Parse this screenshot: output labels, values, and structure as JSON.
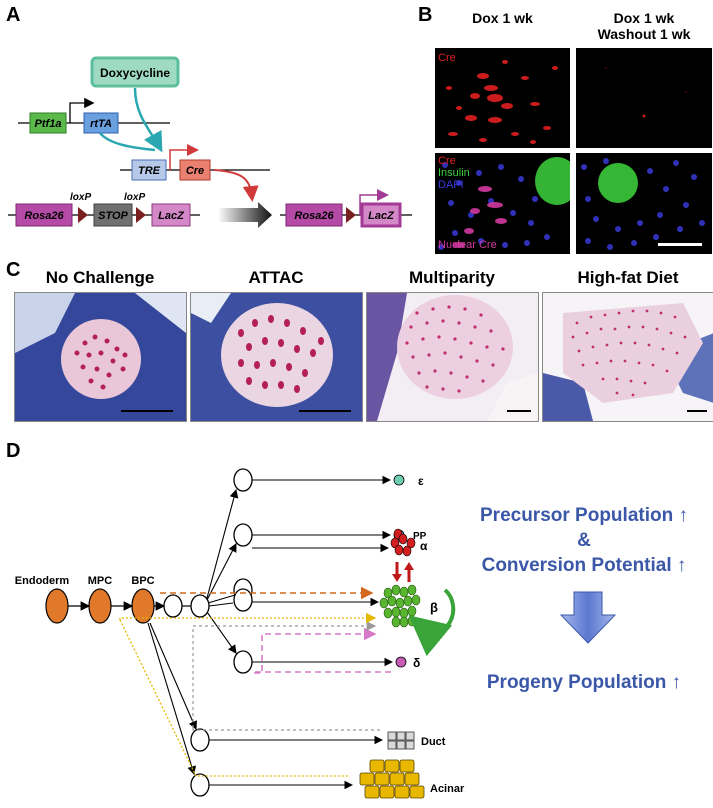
{
  "panels": {
    "a": "A",
    "b": "B",
    "c": "C",
    "d": "D"
  },
  "panel_a": {
    "doxycycline": "Doxycycline",
    "ptf1a": "Ptf1a",
    "rtta": "rtTA",
    "tre": "TRE",
    "cre": "Cre",
    "rosa26": "Rosa26",
    "loxp1": "loxP",
    "loxp2": "loxP",
    "stop": "STOP",
    "lacz": "LacZ",
    "rosa26_after": "Rosa26",
    "lacz_after": "LacZ"
  },
  "panel_b": {
    "col1": "Dox 1 wk",
    "col2_line1": "Dox 1 wk",
    "col2_line2": "Washout 1 wk",
    "cre_label": "Cre",
    "merge_cre": "Cre",
    "merge_insulin": "Insulin",
    "merge_dapi": "DAPI",
    "nuclear_cre": "Nuclear Cre"
  },
  "panel_c": {
    "titles": [
      "No Challenge",
      "ATTAC",
      "Multiparity",
      "High-fat Diet"
    ]
  },
  "panel_d": {
    "endoderm": "Endoderm",
    "mpc": "MPC",
    "bpc": "BPC",
    "epsilon": "ε",
    "pp": "PP",
    "alpha": "α",
    "beta": "β",
    "delta": "δ",
    "duct": "Duct",
    "acinar": "Acinar",
    "precursor": "Precursor Population ↑",
    "amp": "&",
    "conversion": "Conversion Potential ↑",
    "progeny": "Progeny Population ↑"
  }
}
